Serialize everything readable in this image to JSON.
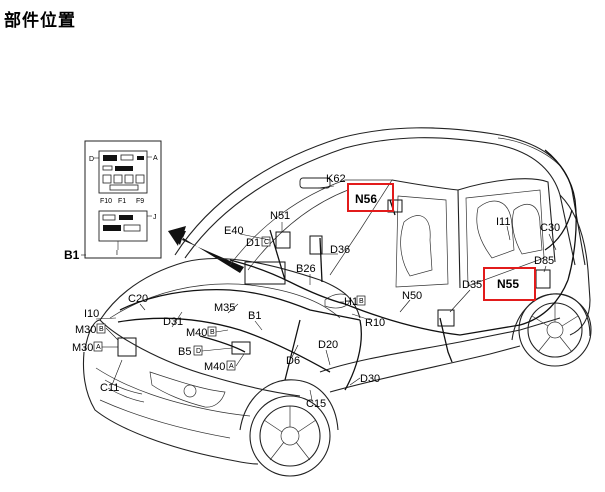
{
  "page": {
    "title": "部件位置"
  },
  "diagram": {
    "inset_labels": {
      "top_left": "D",
      "top_right": "A",
      "fuse_1": "F10",
      "fuse_2": "F1",
      "fuse_3": "F9",
      "lower_right": "J",
      "bottom": "I"
    },
    "labels": [
      {
        "id": "B1a",
        "text": "B1"
      },
      {
        "id": "K62",
        "text": "K62"
      },
      {
        "id": "N56",
        "text": "N56",
        "highlighted": true
      },
      {
        "id": "N51",
        "text": "N51"
      },
      {
        "id": "E40",
        "text": "E40"
      },
      {
        "id": "D1C",
        "text": "D1"
      },
      {
        "id": "D36",
        "text": "D36"
      },
      {
        "id": "B26",
        "text": "B26"
      },
      {
        "id": "I11",
        "text": "I11"
      },
      {
        "id": "C30",
        "text": "C30"
      },
      {
        "id": "D85",
        "text": "D85"
      },
      {
        "id": "N55",
        "text": "N55",
        "highlighted": true
      },
      {
        "id": "D35",
        "text": "D35"
      },
      {
        "id": "N50",
        "text": "N50"
      },
      {
        "id": "H1B",
        "text": "H1"
      },
      {
        "id": "R10",
        "text": "R10"
      },
      {
        "id": "C20",
        "text": "C20"
      },
      {
        "id": "M35",
        "text": "M35"
      },
      {
        "id": "B1b",
        "text": "B1"
      },
      {
        "id": "I10",
        "text": "I10"
      },
      {
        "id": "D31",
        "text": "D31"
      },
      {
        "id": "M30B",
        "text": "M30"
      },
      {
        "id": "M40B",
        "text": "M40"
      },
      {
        "id": "M30A",
        "text": "M30"
      },
      {
        "id": "B5D",
        "text": "B5"
      },
      {
        "id": "D20",
        "text": "D20"
      },
      {
        "id": "D6",
        "text": "D6"
      },
      {
        "id": "M40A",
        "text": "M40"
      },
      {
        "id": "C11",
        "text": "C11"
      },
      {
        "id": "D30",
        "text": "D30"
      },
      {
        "id": "C15",
        "text": "C15"
      }
    ],
    "tags": {
      "D1C": "C",
      "H1B": "B",
      "M30B": "B",
      "M40B": "B",
      "M30A": "A",
      "B5D": "D",
      "M40A": "A"
    },
    "highlight_color": "#e21b1b"
  }
}
